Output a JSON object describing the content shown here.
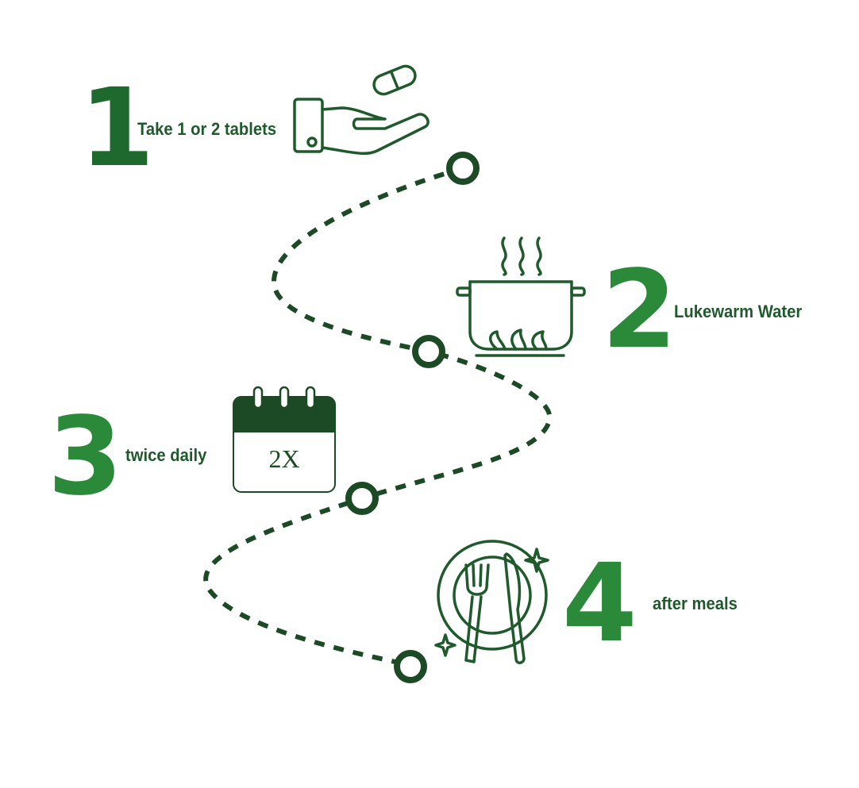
{
  "steps": [
    {
      "number": "1",
      "label": "Take 1 or 2 tablets",
      "icon": "hand-with-pill-icon"
    },
    {
      "number": "2",
      "label": "Lukewarm Water",
      "icon": "steaming-pot-icon"
    },
    {
      "number": "3",
      "label": "twice daily",
      "icon": "calendar-icon"
    },
    {
      "number": "4",
      "label": "after meals",
      "icon": "plate-fork-knife-icon"
    }
  ],
  "calendar": {
    "text": "2X"
  },
  "colors": {
    "number": "#2a8a3a",
    "dark": "#1e5a2b",
    "path": "#1b4a25"
  }
}
